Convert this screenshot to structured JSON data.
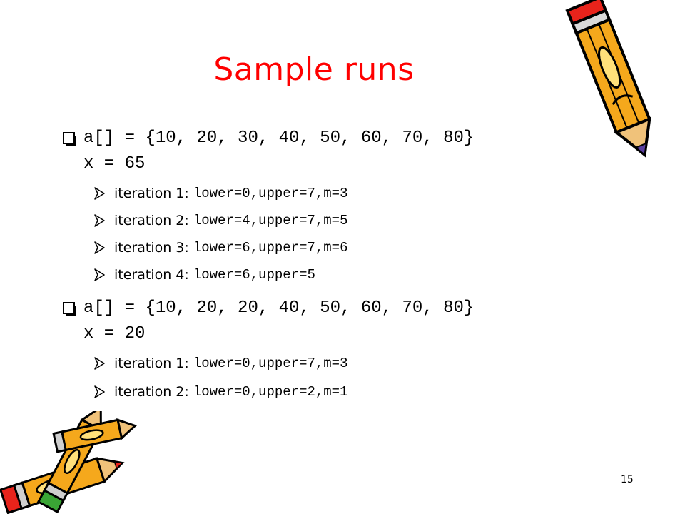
{
  "slide": {
    "title": "Sample runs",
    "page_number": "15",
    "title_color": "#ff0000",
    "bullet_icon": "checkbox-shadow-icon",
    "sub_bullet_icon": "arrowhead-icon",
    "decoration_icon": "pencil-clipart-icon"
  },
  "example1": {
    "array_line": "a[] = {10, 20, 30, 40, 50, 60, 70, 80}",
    "x_line": "x = 65",
    "iterations": [
      {
        "label": "iteration 1: ",
        "code": "lower=0,upper=7,m=3"
      },
      {
        "label": "iteration 2: ",
        "code": "lower=4,upper=7,m=5"
      },
      {
        "label": "iteration 3: ",
        "code": "lower=6,upper=7,m=6"
      },
      {
        "label": "iteration 4: ",
        "code": "lower=6,upper=5"
      }
    ]
  },
  "example2": {
    "array_line": "a[] = {10, 20, 20, 40, 50, 60, 70, 80}",
    "x_line": "x = 20",
    "iterations": [
      {
        "label": "iteration 1: ",
        "code": "lower=0,upper=7,m=3"
      },
      {
        "label": "iteration 2: ",
        "code": "lower=0,upper=2,m=1"
      }
    ]
  }
}
